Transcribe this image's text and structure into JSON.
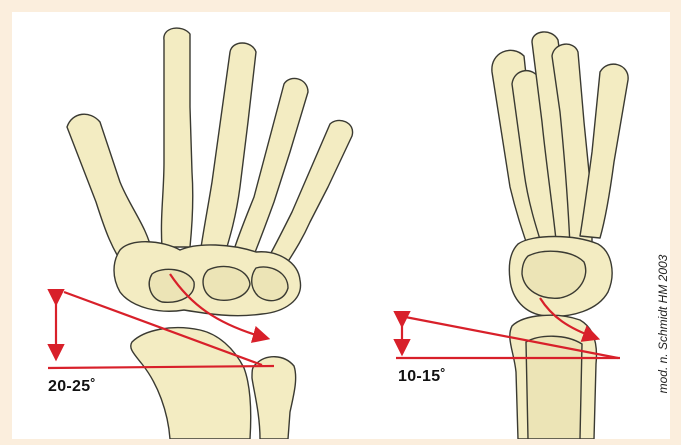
{
  "figure": {
    "left_angle_label": "20-25˚",
    "right_angle_label": "10-15˚",
    "credit": "mod. n. Schmidt HM 2003"
  },
  "colors": {
    "background": "#fbeedd",
    "panel": "#ffffff",
    "bone_fill": "#f3ecc2",
    "bone_outline": "#3a3a32",
    "annotation_red": "#d8202a"
  }
}
